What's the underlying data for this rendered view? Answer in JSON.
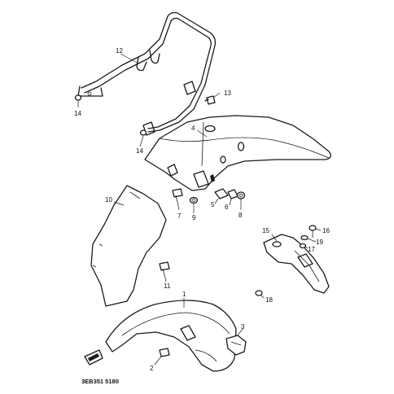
{
  "diagram_code": "3EB351 5180",
  "callouts": [
    {
      "label": "1"
    },
    {
      "label": "2"
    },
    {
      "label": "3"
    },
    {
      "label": "4"
    },
    {
      "label": "5"
    },
    {
      "label": "6"
    },
    {
      "label": "7"
    },
    {
      "label": "8"
    },
    {
      "label": "9"
    },
    {
      "label": "10"
    },
    {
      "label": "11"
    },
    {
      "label": "12"
    },
    {
      "label": "13"
    },
    {
      "label": "14"
    },
    {
      "label": "14"
    },
    {
      "label": "15"
    },
    {
      "label": "16"
    },
    {
      "label": "17"
    },
    {
      "label": "18"
    },
    {
      "label": "19"
    }
  ]
}
